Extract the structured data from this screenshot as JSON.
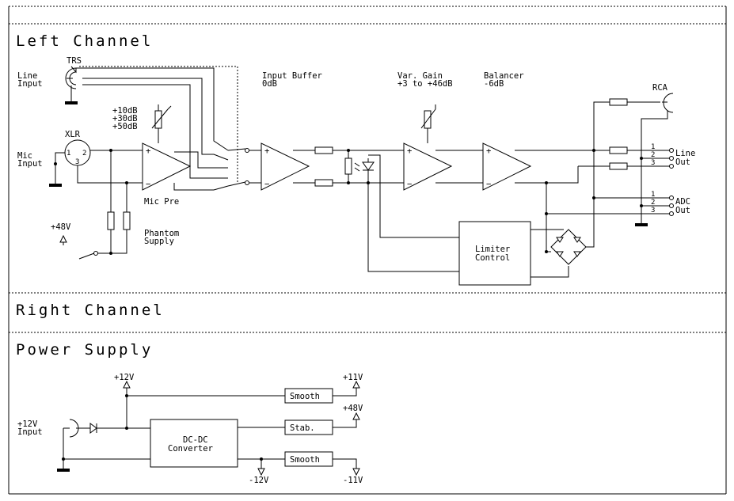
{
  "sections": {
    "left": "Left Channel",
    "right": "Right Channel",
    "power": "Power Supply"
  },
  "left": {
    "trs": "TRS",
    "line_input": [
      "Line",
      "Input"
    ],
    "xlr": "XLR",
    "xlr_pins": [
      "1",
      "2",
      "3"
    ],
    "mic_input": [
      "Mic",
      "Input"
    ],
    "gains": [
      "+10dB",
      "+30dB",
      "+50dB"
    ],
    "mic_pre": "Mic Pre",
    "phantom_voltage": "+48V",
    "phantom": [
      "Phantom",
      "Supply"
    ],
    "input_buffer": [
      "Input Buffer",
      "0dB"
    ],
    "var_gain": [
      "Var. Gain",
      "+3 to +46dB"
    ],
    "balancer": [
      "Balancer",
      "-6dB"
    ],
    "limiter": [
      "Limiter",
      "Control"
    ],
    "rca": "RCA",
    "line_out": [
      "Line",
      "Out"
    ],
    "adc_out": [
      "ADC",
      "Out"
    ],
    "out_pins": [
      "1",
      "2",
      "3"
    ],
    "plus": "+",
    "minus": "−"
  },
  "power": {
    "input": [
      "+12V",
      "Input"
    ],
    "v12": "+12V",
    "v11": "+11V",
    "v48": "+48V",
    "vm12": "-12V",
    "vm11": "-11V",
    "smooth1": "Smooth",
    "stab": "Stab.",
    "smooth2": "Smooth",
    "dcdc": [
      "DC-DC",
      "Converter"
    ]
  }
}
